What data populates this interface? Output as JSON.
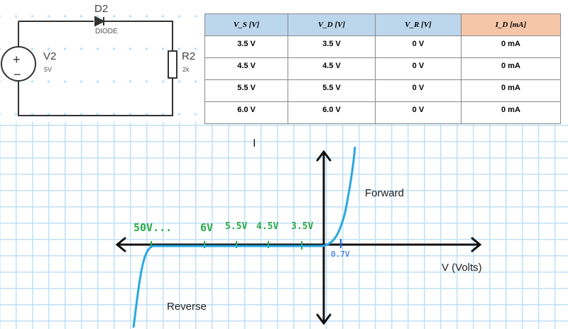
{
  "circuit": {
    "source_name": "V2",
    "source_value": "5V",
    "diode_name": "D2",
    "diode_type": "DIODE",
    "resistor_name": "R2",
    "resistor_value": "2k",
    "plus": "+",
    "minus": "−"
  },
  "table": {
    "headers": [
      "V_S [V]",
      "V_D [V]",
      "V_R [V]",
      "I_D [mA]"
    ],
    "rows": [
      [
        "3.5 V",
        "3.5 V",
        "0 V",
        "0 mA"
      ],
      [
        "4.5 V",
        "4.5 V",
        "0 V",
        "0 mA"
      ],
      [
        "5.5 V",
        "5.5 V",
        "0 V",
        "0 mA"
      ],
      [
        "6.0 V",
        "6.0 V",
        "0 V",
        "0 mA"
      ]
    ],
    "colors": {
      "header": "#bcd6ec",
      "id_header": "#f5c7a8"
    }
  },
  "iv_graph": {
    "y_axis_label": "I",
    "x_axis_label": "V (Volts)",
    "forward_label": "Forward",
    "reverse_label": "Reverse",
    "reverse_annotations": [
      "50V...",
      "6V",
      "5.5V",
      "4.5V",
      "3.5V"
    ],
    "threshold_label": "0.7V",
    "colors": {
      "curve": "#29a8e0",
      "annotation": "#2aa84a",
      "threshold": "#2060e0"
    }
  }
}
